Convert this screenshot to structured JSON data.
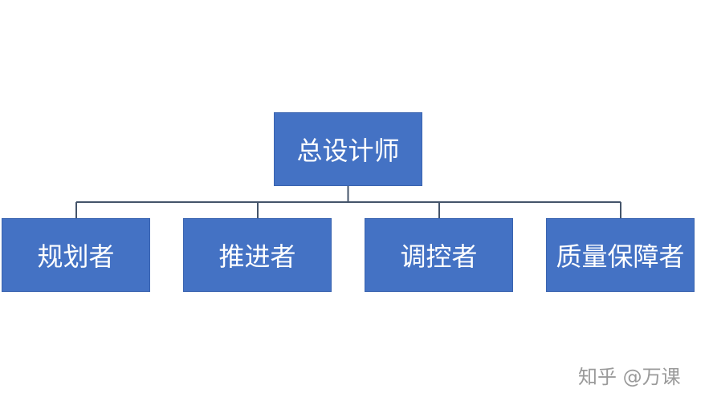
{
  "diagram": {
    "root": {
      "label": "总设计师"
    },
    "children": [
      {
        "label": "规划者"
      },
      {
        "label": "推进者"
      },
      {
        "label": "调控者"
      },
      {
        "label": "质量保障者"
      }
    ]
  },
  "colors": {
    "node_fill": "#4472c4",
    "connector": "#44546a"
  },
  "watermark": {
    "text": "知乎 @万课"
  }
}
